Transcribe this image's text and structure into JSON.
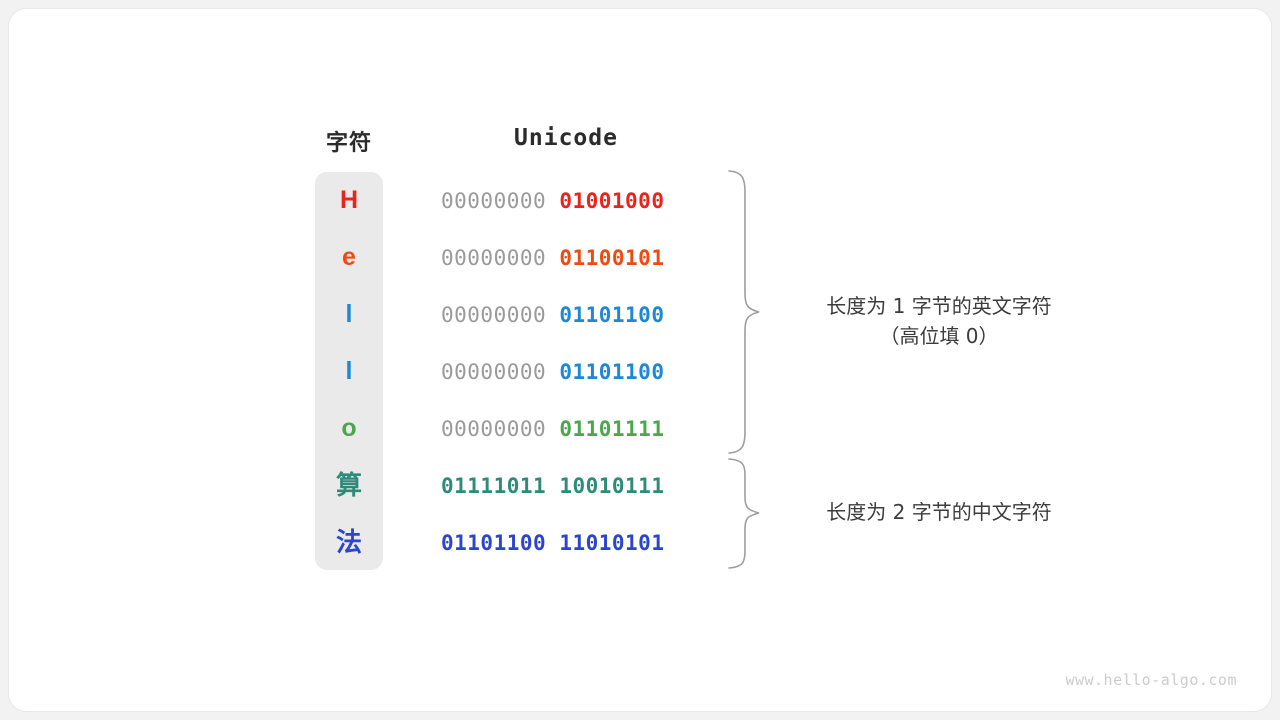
{
  "watermark": "www.hello-algo.com",
  "table": {
    "headers": {
      "character": "字符",
      "unicode": "Unicode"
    },
    "rows": [
      {
        "char": "H",
        "color": "#E8241C",
        "high_byte": "00000000",
        "low_byte": "01001000",
        "high_colored": false,
        "cjk": false
      },
      {
        "char": "e",
        "color": "#EE4B12",
        "high_byte": "00000000",
        "low_byte": "01100101",
        "high_colored": false,
        "cjk": false
      },
      {
        "char": "l",
        "color": "#1E88D4",
        "high_byte": "00000000",
        "low_byte": "01101100",
        "high_colored": false,
        "cjk": false
      },
      {
        "char": "l",
        "color": "#1E88D4",
        "high_byte": "00000000",
        "low_byte": "01101100",
        "high_colored": false,
        "cjk": false
      },
      {
        "char": "o",
        "color": "#4CA64C",
        "high_byte": "00000000",
        "low_byte": "01101111",
        "high_colored": false,
        "cjk": false
      },
      {
        "char": "算",
        "color": "#2E8B7A",
        "high_byte": "01111011",
        "low_byte": "10010111",
        "high_colored": true,
        "cjk": true
      },
      {
        "char": "法",
        "color": "#2B46CC",
        "high_byte": "01101100",
        "low_byte": "11010101",
        "high_colored": true,
        "cjk": true
      }
    ]
  },
  "annotations": [
    {
      "text": "长度为 1 字节的英文字符\n（高位填 0）"
    },
    {
      "text": "长度为 2 字节的中文字符"
    }
  ],
  "colors": {
    "panel_background": "#eaeaea",
    "card_background": "#ffffff",
    "page_background": "#f2f2f2",
    "high_byte_gray": "#9a9a9a",
    "brace_stroke": "#9e9e9e",
    "header_text": "#2b2b2b",
    "annotation_text": "#3c3c3c",
    "watermark_text": "#cccccc"
  }
}
